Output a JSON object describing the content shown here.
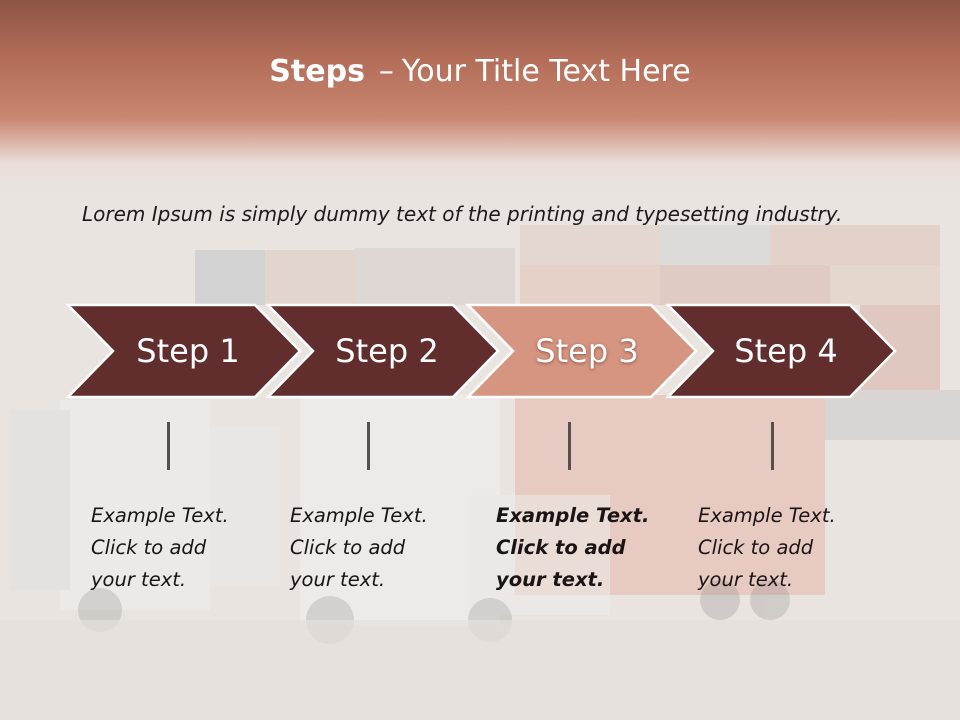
{
  "title": {
    "strong": "Steps",
    "separator": "–",
    "text": "Your Title Text Here"
  },
  "intro": "Lorem Ipsum is simply dummy text of the printing and typesetting industry.",
  "steps": [
    {
      "label": "Step 1",
      "active": false
    },
    {
      "label": "Step 2",
      "active": false
    },
    {
      "label": "Step 3",
      "active": true
    },
    {
      "label": "Step 4",
      "active": false
    }
  ],
  "notes": [
    {
      "lines": [
        "Example Text.",
        "Click  to add",
        "your text."
      ],
      "bold": false
    },
    {
      "lines": [
        "Example Text.",
        "Click  to add",
        "your text."
      ],
      "bold": false
    },
    {
      "lines": [
        "Example Text.",
        "Click  to add",
        "your text."
      ],
      "bold": true
    },
    {
      "lines": [
        "Example Text.",
        "Click  to add",
        "your text."
      ],
      "bold": false
    }
  ],
  "colors": {
    "chevron": "#612d2d",
    "chevron_active": "#d69580",
    "chevron_border": "#ffffff",
    "header": "#b26c58"
  },
  "background": "container-port-with-trucks"
}
